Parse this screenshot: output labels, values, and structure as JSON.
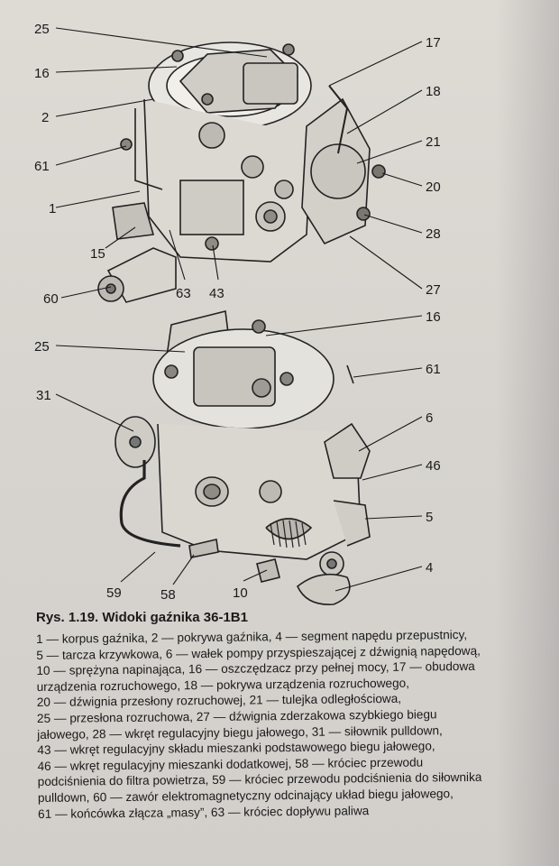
{
  "figure": {
    "top_callouts": [
      "25",
      "16",
      "2",
      "61",
      "1",
      "15",
      "60",
      "63",
      "43",
      "17",
      "18",
      "21",
      "20",
      "28",
      "27"
    ],
    "bottom_callouts": [
      "25",
      "31",
      "59",
      "58",
      "10",
      "16",
      "61",
      "6",
      "46",
      "5",
      "4"
    ]
  },
  "caption": {
    "title": "Rys. 1.19. Widoki gaźnika 36-1B1",
    "lines": [
      "1 — korpus gaźnika, 2 — pokrywa gaźnika, 4 — segment napędu przepustnicy,",
      "5 — tarcza krzywkowa, 6 — wałek pompy przyspieszającej z dźwignią napędową,",
      "10 — sprężyna napinająca, 16 — oszczędzacz przy pełnej mocy, 17 — obudowa",
      "urządzenia rozruchowego, 18 — pokrywa urządzenia rozruchowego,",
      "20 — dźwignia przesłony rozruchowej, 21 — tulejka odległościowa,",
      "25 — przesłona rozruchowa, 27 — dźwignia zderzakowa szybkiego biegu",
      "jałowego, 28 — wkręt regulacyjny biegu jałowego, 31 — siłownik pulldown,",
      "43 — wkręt regulacyjny składu mieszanki podstawowego biegu jałowego,",
      "46 — wkręt regulacyjny mieszanki dodatkowej, 58 — króciec przewodu",
      "podciśnienia do filtra powietrza, 59 — króciec przewodu podciśnienia do siłownika",
      "pulldown, 60 — zawór elektromagnetyczny odcinający układ biegu jałowego,",
      "61 — końcówka złącza „masy”, 63 — króciec dopływu paliwa"
    ]
  }
}
